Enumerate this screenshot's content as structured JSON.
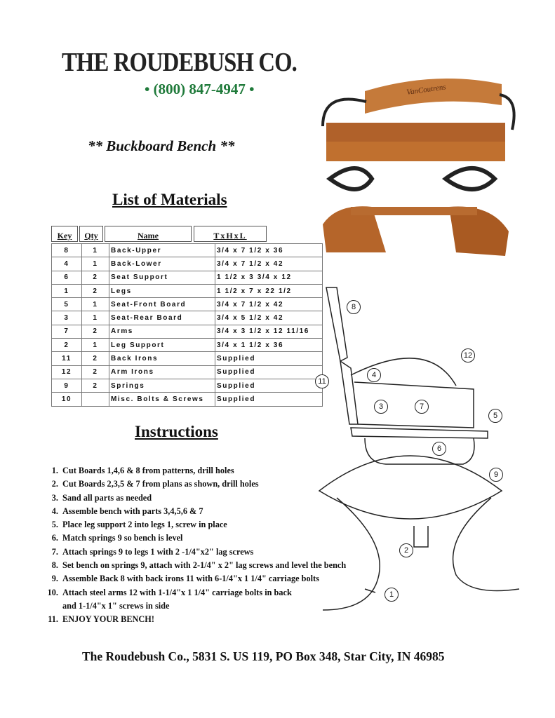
{
  "logo": {
    "name": "THE ROUDEBUSH CO.",
    "phone": "• (800) 847-4947 •"
  },
  "title": "** Buckboard Bench **",
  "materials_title": "List of Materials",
  "table": {
    "headers": [
      "Key",
      "Qty",
      "Name",
      "TxHxL"
    ],
    "rows": [
      [
        "8",
        "1",
        "Back-Upper",
        "3/4 x 7 1/2 x 36"
      ],
      [
        "4",
        "1",
        "Back-Lower",
        "3/4 x 7 1/2 x 42"
      ],
      [
        "6",
        "2",
        "Seat Support",
        "1 1/2 x 3 3/4 x 12"
      ],
      [
        "1",
        "2",
        "Legs",
        "1 1/2 x 7 x 22 1/2"
      ],
      [
        "5",
        "1",
        "Seat-Front Board",
        "3/4 x 7 1/2 x 42"
      ],
      [
        "3",
        "1",
        "Seat-Rear Board",
        "3/4 x 5 1/2 x 42"
      ],
      [
        "7",
        "2",
        "Arms",
        "3/4 x 3 1/2 x 12 11/16"
      ],
      [
        "2",
        "1",
        "Leg Support",
        "3/4 x 1 1/2 x 36"
      ],
      [
        "11",
        "2",
        "Back Irons",
        "Supplied"
      ],
      [
        "12",
        "2",
        "Arm Irons",
        "Supplied"
      ],
      [
        "9",
        "2",
        "Springs",
        "Supplied"
      ],
      [
        "10",
        "",
        "Misc. Bolts & Screws",
        "Supplied"
      ]
    ]
  },
  "instructions_title": "Instructions",
  "instructions": [
    {
      "n": "1.",
      "text": "Cut Boards 1,4,6 & 8 from patterns, drill holes"
    },
    {
      "n": "2.",
      "text": "Cut Boards 2,3,5 & 7 from plans as shown, drill holes"
    },
    {
      "n": "3.",
      "text": "Sand all parts as needed"
    },
    {
      "n": "4.",
      "text": "Assemble bench with parts 3,4,5,6 & 7"
    },
    {
      "n": "5.",
      "text": "Place leg support 2 into legs 1, screw in place"
    },
    {
      "n": "6.",
      "text": "Match springs 9 so bench is level"
    },
    {
      "n": "7.",
      "text": "Attach springs 9 to legs 1 with 2 -1/4\"x2\" lag screws"
    },
    {
      "n": "8.",
      "text": "Set bench on springs 9, attach with 2-1/4\" x 2\" lag screws and level the bench"
    },
    {
      "n": "9.",
      "text": "Assemble Back 8 with back irons 11 with 6-1/4\"x 1 1/4\" carriage bolts"
    },
    {
      "n": "10.",
      "text": "Attach steel arms 12 with 1-1/4\"x 1 1/4\" carriage bolts in back",
      "cont": "and 1-1/4\"x 1\" screws in side"
    },
    {
      "n": "11.",
      "text": "ENJOY YOUR BENCH!"
    }
  ],
  "photo": {
    "carving": "VanCoutrens"
  },
  "diagram": {
    "callouts": [
      "8",
      "12",
      "11",
      "4",
      "3",
      "7",
      "5",
      "6",
      "9",
      "2",
      "1"
    ]
  },
  "footer": "The Roudebush Co.,  5831 S. US 119,  PO Box 348,  Star City, IN  46985"
}
